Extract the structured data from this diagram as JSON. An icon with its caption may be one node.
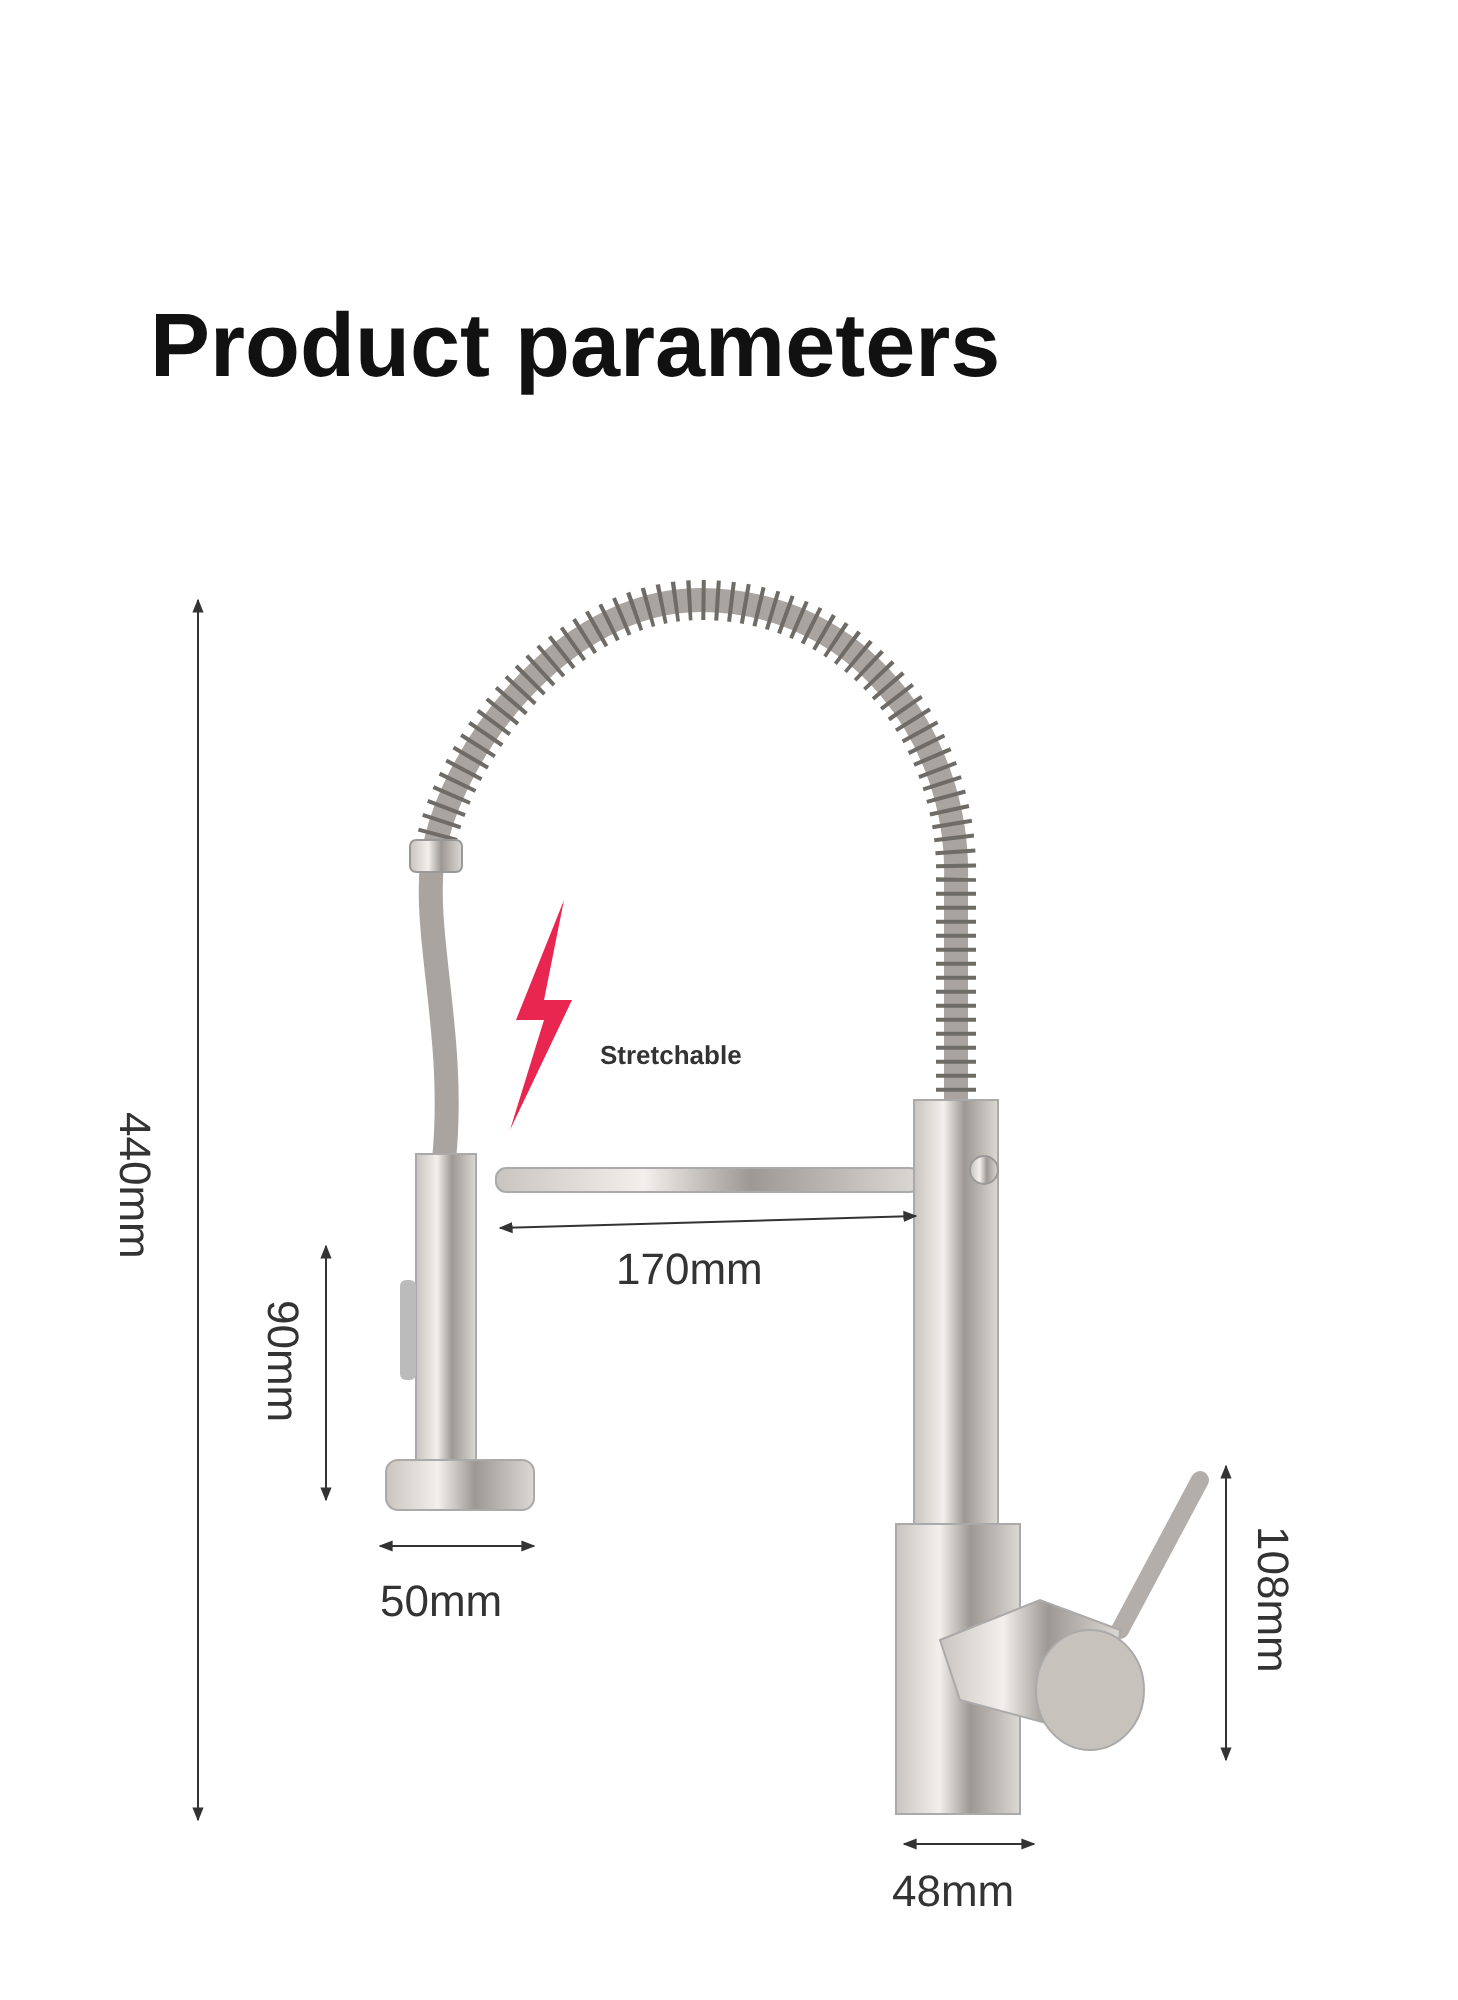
{
  "diagram": {
    "title": "Product parameters",
    "labels": [
      "Stretchable",
      "440mm",
      "90mm",
      "170mm",
      "50mm",
      "108mm",
      "48mm"
    ]
  }
}
